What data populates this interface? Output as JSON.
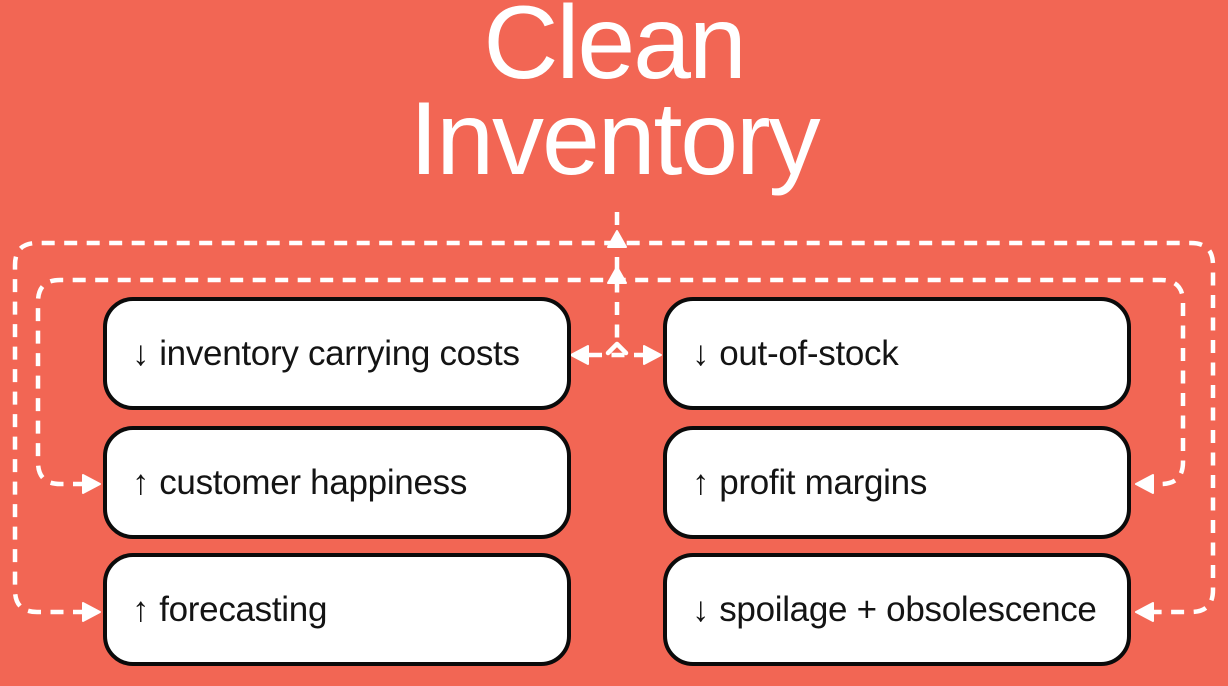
{
  "title": {
    "line1": "Clean",
    "line2": "Inventory"
  },
  "nodes": [
    {
      "id": "inventory-carrying-costs",
      "direction": "decrease",
      "arrow": "↓",
      "label": "inventory carrying costs"
    },
    {
      "id": "out-of-stock",
      "direction": "decrease",
      "arrow": "↓",
      "label": "out-of-stock"
    },
    {
      "id": "customer-happiness",
      "direction": "increase",
      "arrow": "↑",
      "label": "customer happiness"
    },
    {
      "id": "profit-margins",
      "direction": "increase",
      "arrow": "↑",
      "label": "profit margins"
    },
    {
      "id": "forecasting",
      "direction": "increase",
      "arrow": "↑",
      "label": "forecasting"
    },
    {
      "id": "spoilage-obsolescence",
      "direction": "decrease",
      "arrow": "↓",
      "label": "spoilage + obsolescence"
    }
  ],
  "connections": {
    "center_vertical": "feedback from benefit loops up to Clean Inventory title",
    "top_double_arrow": "Clean Inventory to both: inventory carrying costs and out-of-stock",
    "inner_loop": "loop to customer happiness (left) and profit margins (right)",
    "outer_loop": "loop to forecasting (left) and spoilage + obsolescence (right)"
  },
  "colors": {
    "background": "#F26654",
    "node_background": "#FFFFFF",
    "node_border": "#0B0B0B",
    "connector": "#FFFFFF",
    "title_text": "#FFFFFF",
    "node_text": "#141414"
  }
}
